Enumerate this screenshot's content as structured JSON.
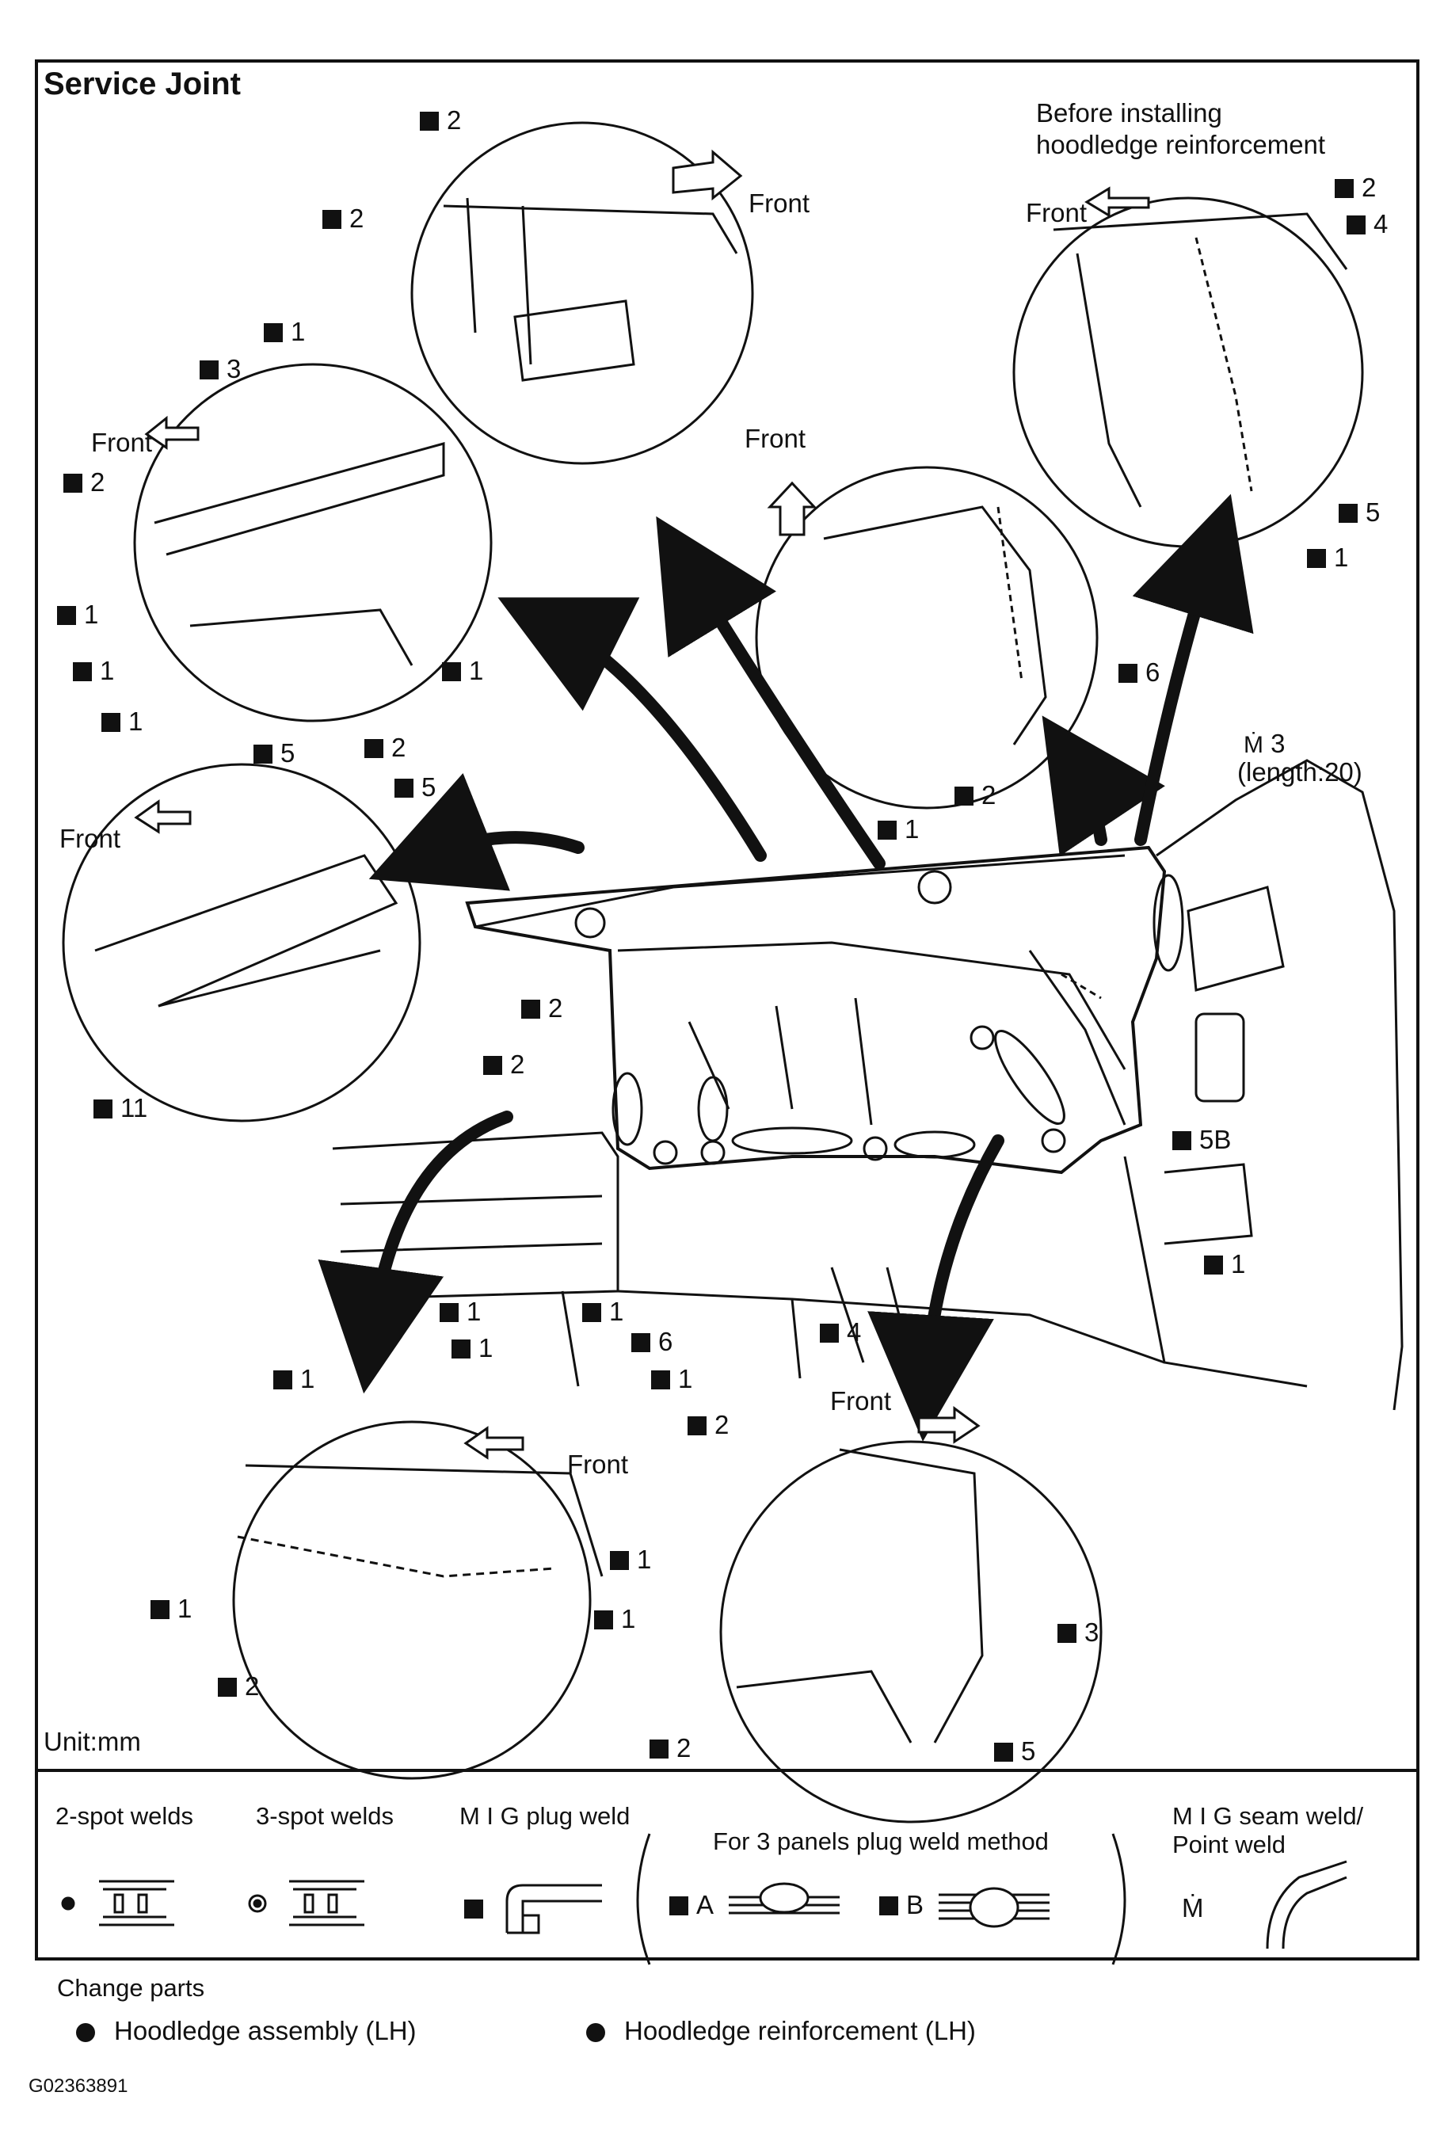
{
  "title": "Service Joint",
  "unit": "Unit:mm",
  "front_label": "Front",
  "before_note_line1": "Before installing",
  "before_note_line2": "hoodledge reinforcement",
  "seam_weld_note": "3",
  "seam_weld_length": "(length:20)",
  "callouts": {
    "c1": "2",
    "c2": "2",
    "c3": "1",
    "c4": "3",
    "c5": "2",
    "c6": "1",
    "c7": "1",
    "c8": "1",
    "c9": "1",
    "c10": "2",
    "c11": "4",
    "c12": "5",
    "c13": "1",
    "c14": "6",
    "c15": "5",
    "c16": "2",
    "c17": "5",
    "c18": "11",
    "c19": "1",
    "c20": "2",
    "c21": "2",
    "c22": "2",
    "c23": "5B",
    "c24": "1",
    "c25": "1",
    "c26": "1",
    "c27": "1",
    "c28": "6",
    "c29": "4",
    "c30": "1",
    "c31": "1",
    "c32": "1",
    "c33": "1",
    "c34": "1",
    "c35": "2",
    "c36": "2",
    "c37": "3",
    "c38": "2",
    "c39": "5"
  },
  "legend": {
    "two_spot": "2-spot welds",
    "three_spot": "3-spot welds",
    "mig_plug": "M I G plug weld",
    "three_panel": "For 3 panels plug weld method",
    "method_a": "A",
    "method_b": "B",
    "mig_seam_line1": "M I G seam weld/",
    "mig_seam_line2": "Point weld"
  },
  "change_parts": {
    "heading": "Change parts",
    "item1": "Hoodledge assembly (LH)",
    "item2": "Hoodledge reinforcement (LH)"
  },
  "figure_id": "G02363891"
}
